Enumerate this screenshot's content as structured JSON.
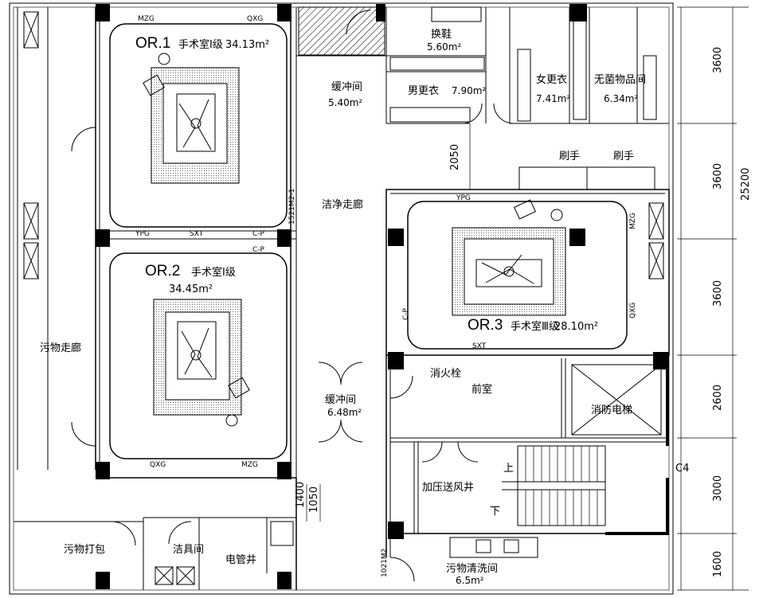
{
  "operating_rooms": [
    {
      "code": "OR.1",
      "grade": "手术室Ⅰ级",
      "area": "34.13m²"
    },
    {
      "code": "OR.2",
      "grade": "手术室Ⅰ级",
      "area": "34.45m²"
    },
    {
      "code": "OR.3",
      "grade": "手术室Ⅲ级",
      "area": "28.10m²"
    }
  ],
  "rooms": {
    "shoes": {
      "name": "换鞋",
      "area": "5.60m²"
    },
    "buffer_top": {
      "name": "缓冲间",
      "area": "5.40m²"
    },
    "male_change": {
      "name": "男更衣",
      "area": "7.90m²"
    },
    "female_change": {
      "name": "女更衣",
      "area": "7.41m²"
    },
    "sterile_store": {
      "name": "无菌物品间",
      "area": "6.34m²"
    },
    "buffer_mid": {
      "name": "缓冲间",
      "area": "6.48m²"
    },
    "cleaning_room": {
      "name": "污物清洗间",
      "area": "6.5m²"
    },
    "clean_corridor": "洁净走廊",
    "dirty_corridor": "污物走廊",
    "hand_wash_1": "刷手",
    "hand_wash_2": "刷手",
    "fire_hydrant": "消火栓",
    "front_room": "前室",
    "fire_elevator": "消防电梯",
    "pressurized_shaft": "加压送风井",
    "dirty_pack": "污物打包",
    "cleaning_tools": "洁具间",
    "electrical_shaft": "电管井"
  },
  "equipment_tags": {
    "or1_top": [
      "MZG",
      "QXG"
    ],
    "or1_bottom": [
      "YPG",
      "SXT",
      "C-P"
    ],
    "or2_top": [
      "C-P"
    ],
    "or2_bottom": [
      "QXG",
      "MZG"
    ],
    "or3": [
      "YPG",
      "MZG",
      "QXG",
      "SXT",
      "C-P"
    ]
  },
  "door_tags": [
    "1521M2-1",
    "1021M2"
  ],
  "stair_labels": {
    "up": "上",
    "down": "下"
  },
  "axis_label": "C4",
  "dimensions": {
    "right_segments": [
      "3600",
      "3600",
      "3600",
      "2600",
      "3000",
      "1600"
    ],
    "right_total": "25200",
    "corridor_width": "2050",
    "vertical_1": "1400",
    "vertical_2": "1050"
  }
}
